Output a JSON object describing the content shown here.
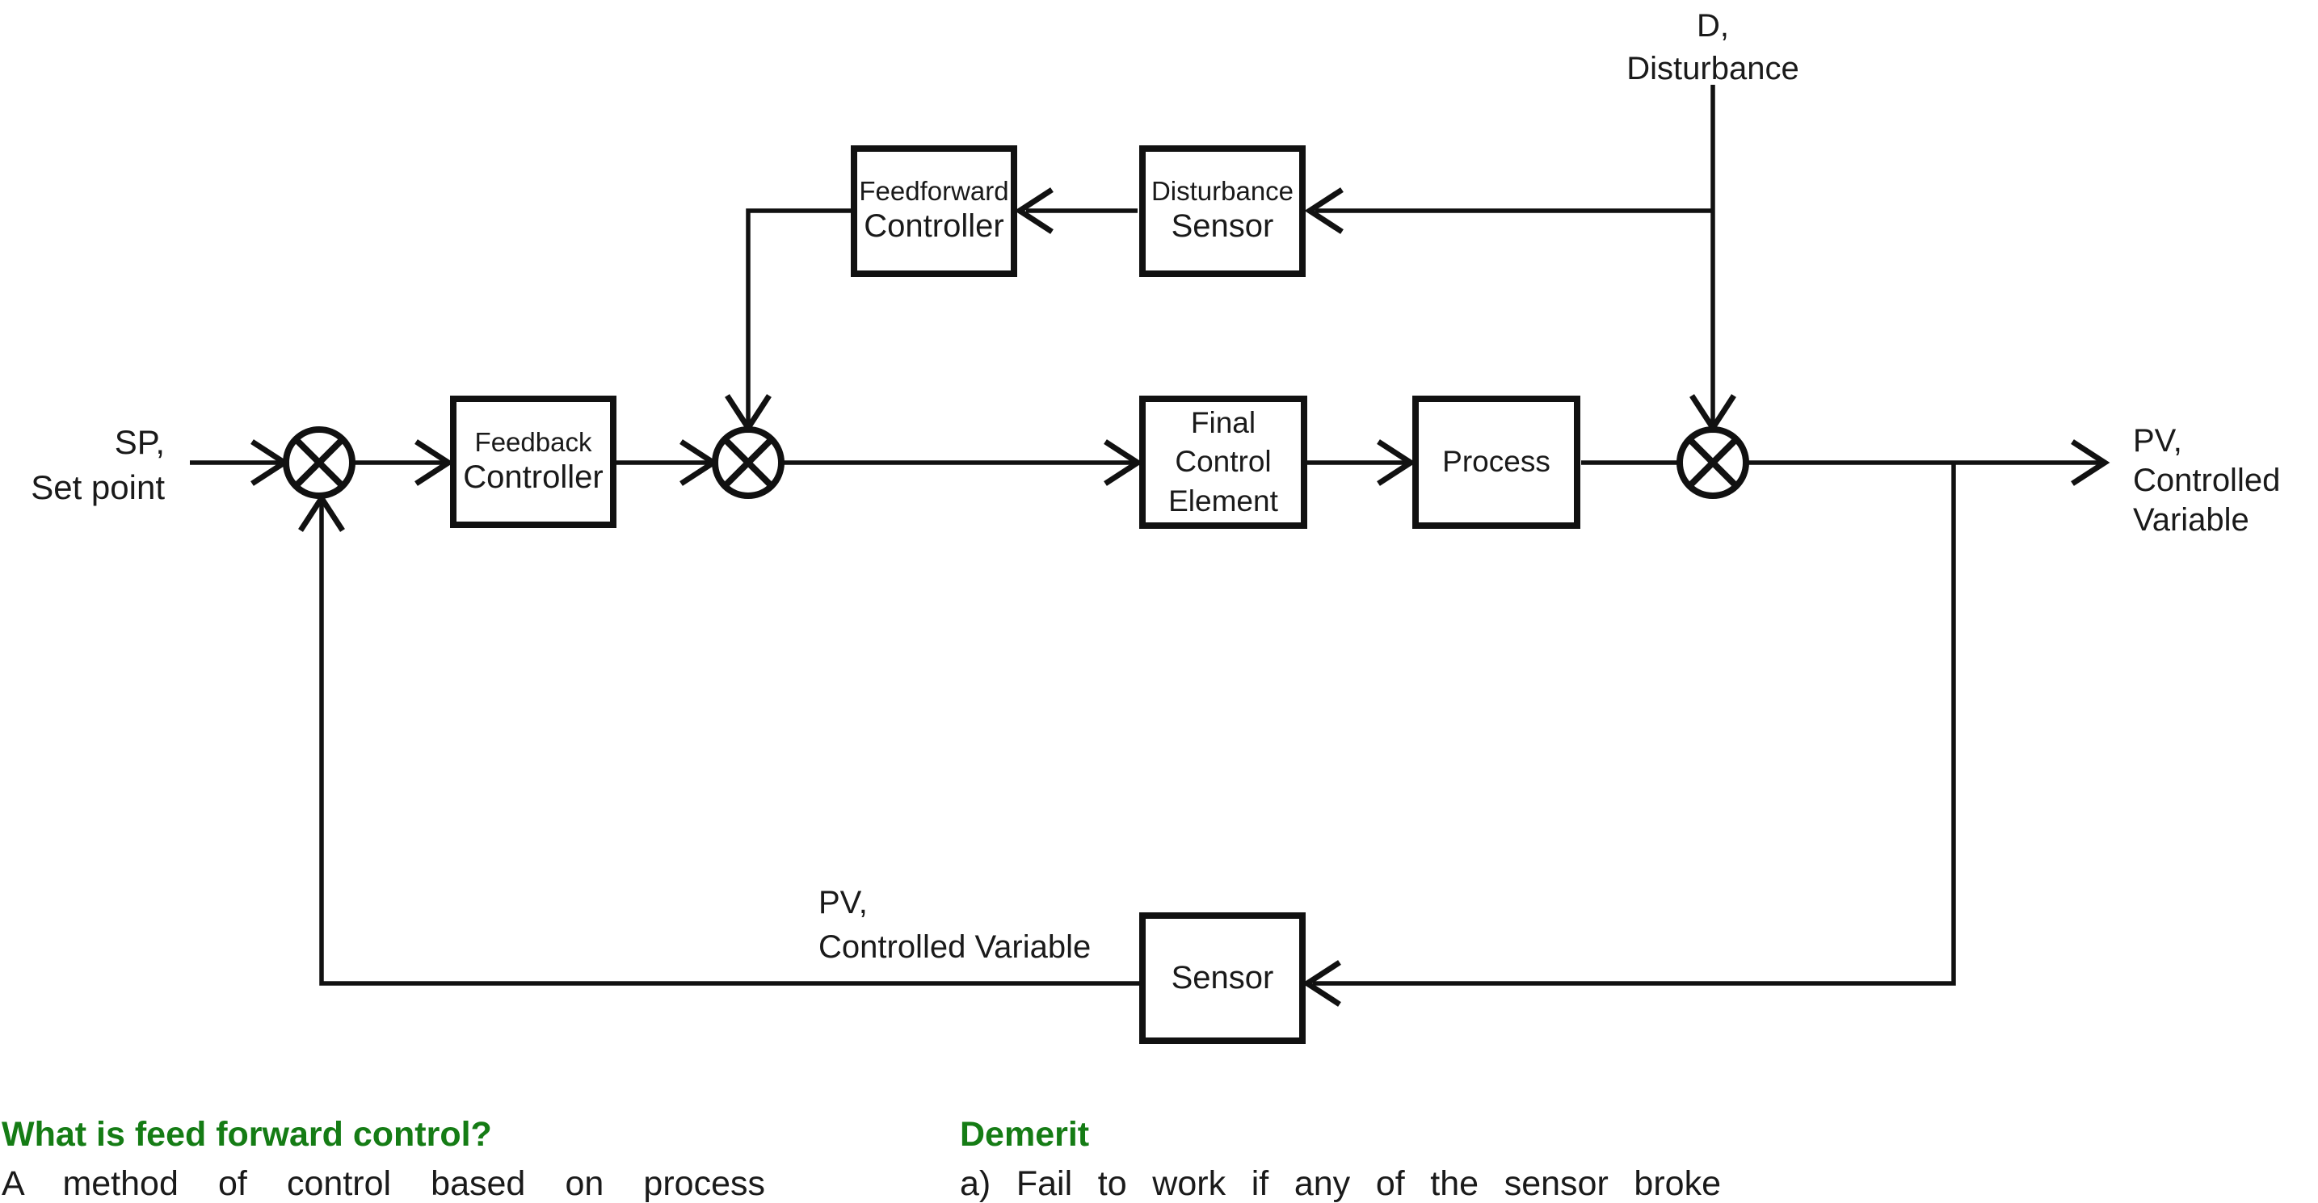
{
  "colors": {
    "ink": "#111111",
    "heading_green": "#157c15",
    "background": "#ffffff"
  },
  "labels": {
    "disturbance": {
      "line1": "D,",
      "line2": "Disturbance"
    },
    "set_point": {
      "line1": "SP,",
      "line2": "Set point"
    },
    "pv_output": {
      "line1": "PV,",
      "line2": "Controlled",
      "line3": "Variable"
    },
    "pv_feedback": {
      "line1": "PV,",
      "line2": "Controlled Variable"
    }
  },
  "blocks": {
    "feedforward_controller": {
      "line1": "Feedforward",
      "line2": "Controller"
    },
    "disturbance_sensor": {
      "line1": "Disturbance",
      "line2": "Sensor"
    },
    "feedback_controller": {
      "line1": "Feedback",
      "line2": "Controller"
    },
    "final_control_element": {
      "line1": "Final",
      "line2": "Control",
      "line3": "Element"
    },
    "process": {
      "label": "Process"
    },
    "sensor": {
      "label": "Sensor"
    }
  },
  "notes": {
    "question": {
      "heading": "What is feed forward control?",
      "body": "A method of control based on process"
    },
    "demerit": {
      "heading": "Demerit",
      "body": "a) Fail to work if any of the sensor broke"
    }
  }
}
